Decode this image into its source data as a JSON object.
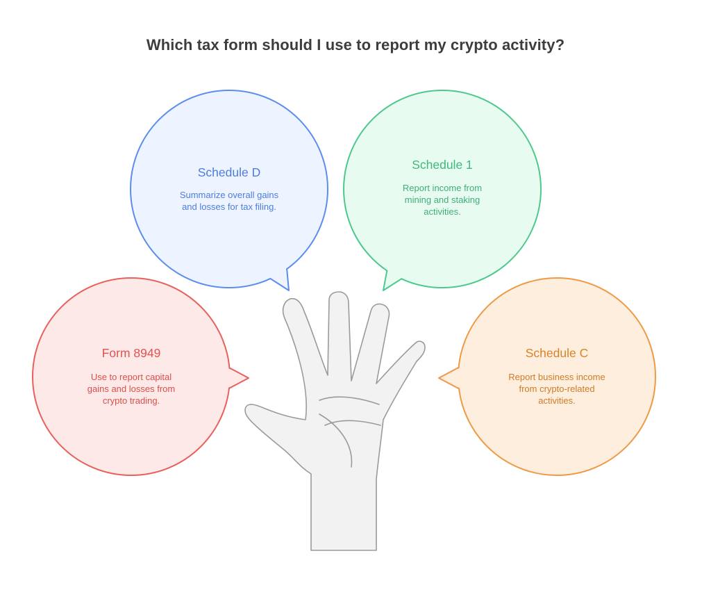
{
  "title": "Which tax form should I use to report my crypto activity?",
  "options": [
    {
      "key": "schedule-d",
      "title": "Schedule D",
      "description": [
        "Summarize overall gains",
        "and losses for tax filing."
      ],
      "stroke": "#5b8def",
      "fill": "#eef4ff",
      "title_color": "#4a7de0",
      "text_color": "#4a7de0"
    },
    {
      "key": "schedule-1",
      "title": "Schedule 1",
      "description": [
        "Report income from",
        "mining and staking",
        "activities."
      ],
      "stroke": "#4cc98a",
      "fill": "#e8fbf1",
      "title_color": "#3fb87a",
      "text_color": "#3fae76"
    },
    {
      "key": "form-8949",
      "title": "Form 8949",
      "description": [
        "Use to report capital",
        "gains and losses from",
        "crypto trading."
      ],
      "stroke": "#e8605c",
      "fill": "#fde9e8",
      "title_color": "#e0524e",
      "text_color": "#d9504b"
    },
    {
      "key": "schedule-c",
      "title": "Schedule C",
      "description": [
        "Report business income",
        "from crypto-related",
        "activities."
      ],
      "stroke": "#ee9a45",
      "fill": "#fdeedd",
      "title_color": "#d98328",
      "text_color": "#cf7c27"
    }
  ],
  "hand": {
    "fill": "#f2f2f2",
    "stroke": "#9a9a9a"
  }
}
